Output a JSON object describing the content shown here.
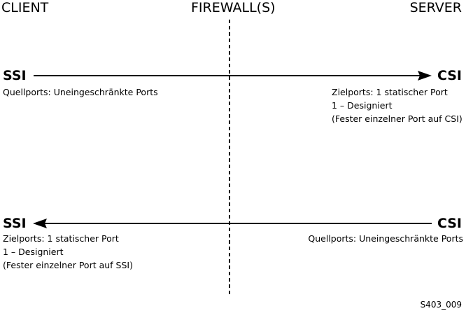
{
  "headers": {
    "client": "CLIENT",
    "firewall": "FIREWALL(S)",
    "server": "SERVER"
  },
  "row1": {
    "left_label": "SSI",
    "right_label": "CSI",
    "left_note": "Quellports: Uneingeschränkte Ports",
    "right_note": [
      "Zielports: 1 statischer Port",
      "1 – Designiert",
      "(Fester einzelner Port auf CSI)"
    ]
  },
  "row2": {
    "left_label": "SSI",
    "right_label": "CSI",
    "left_note": [
      "Zielports: 1 statischer Port",
      "1 – Designiert",
      "(Fester einzelner Port auf SSI)"
    ],
    "right_note": "Quellports: Uneingeschränkte Ports"
  },
  "figure_id": "S403_009"
}
